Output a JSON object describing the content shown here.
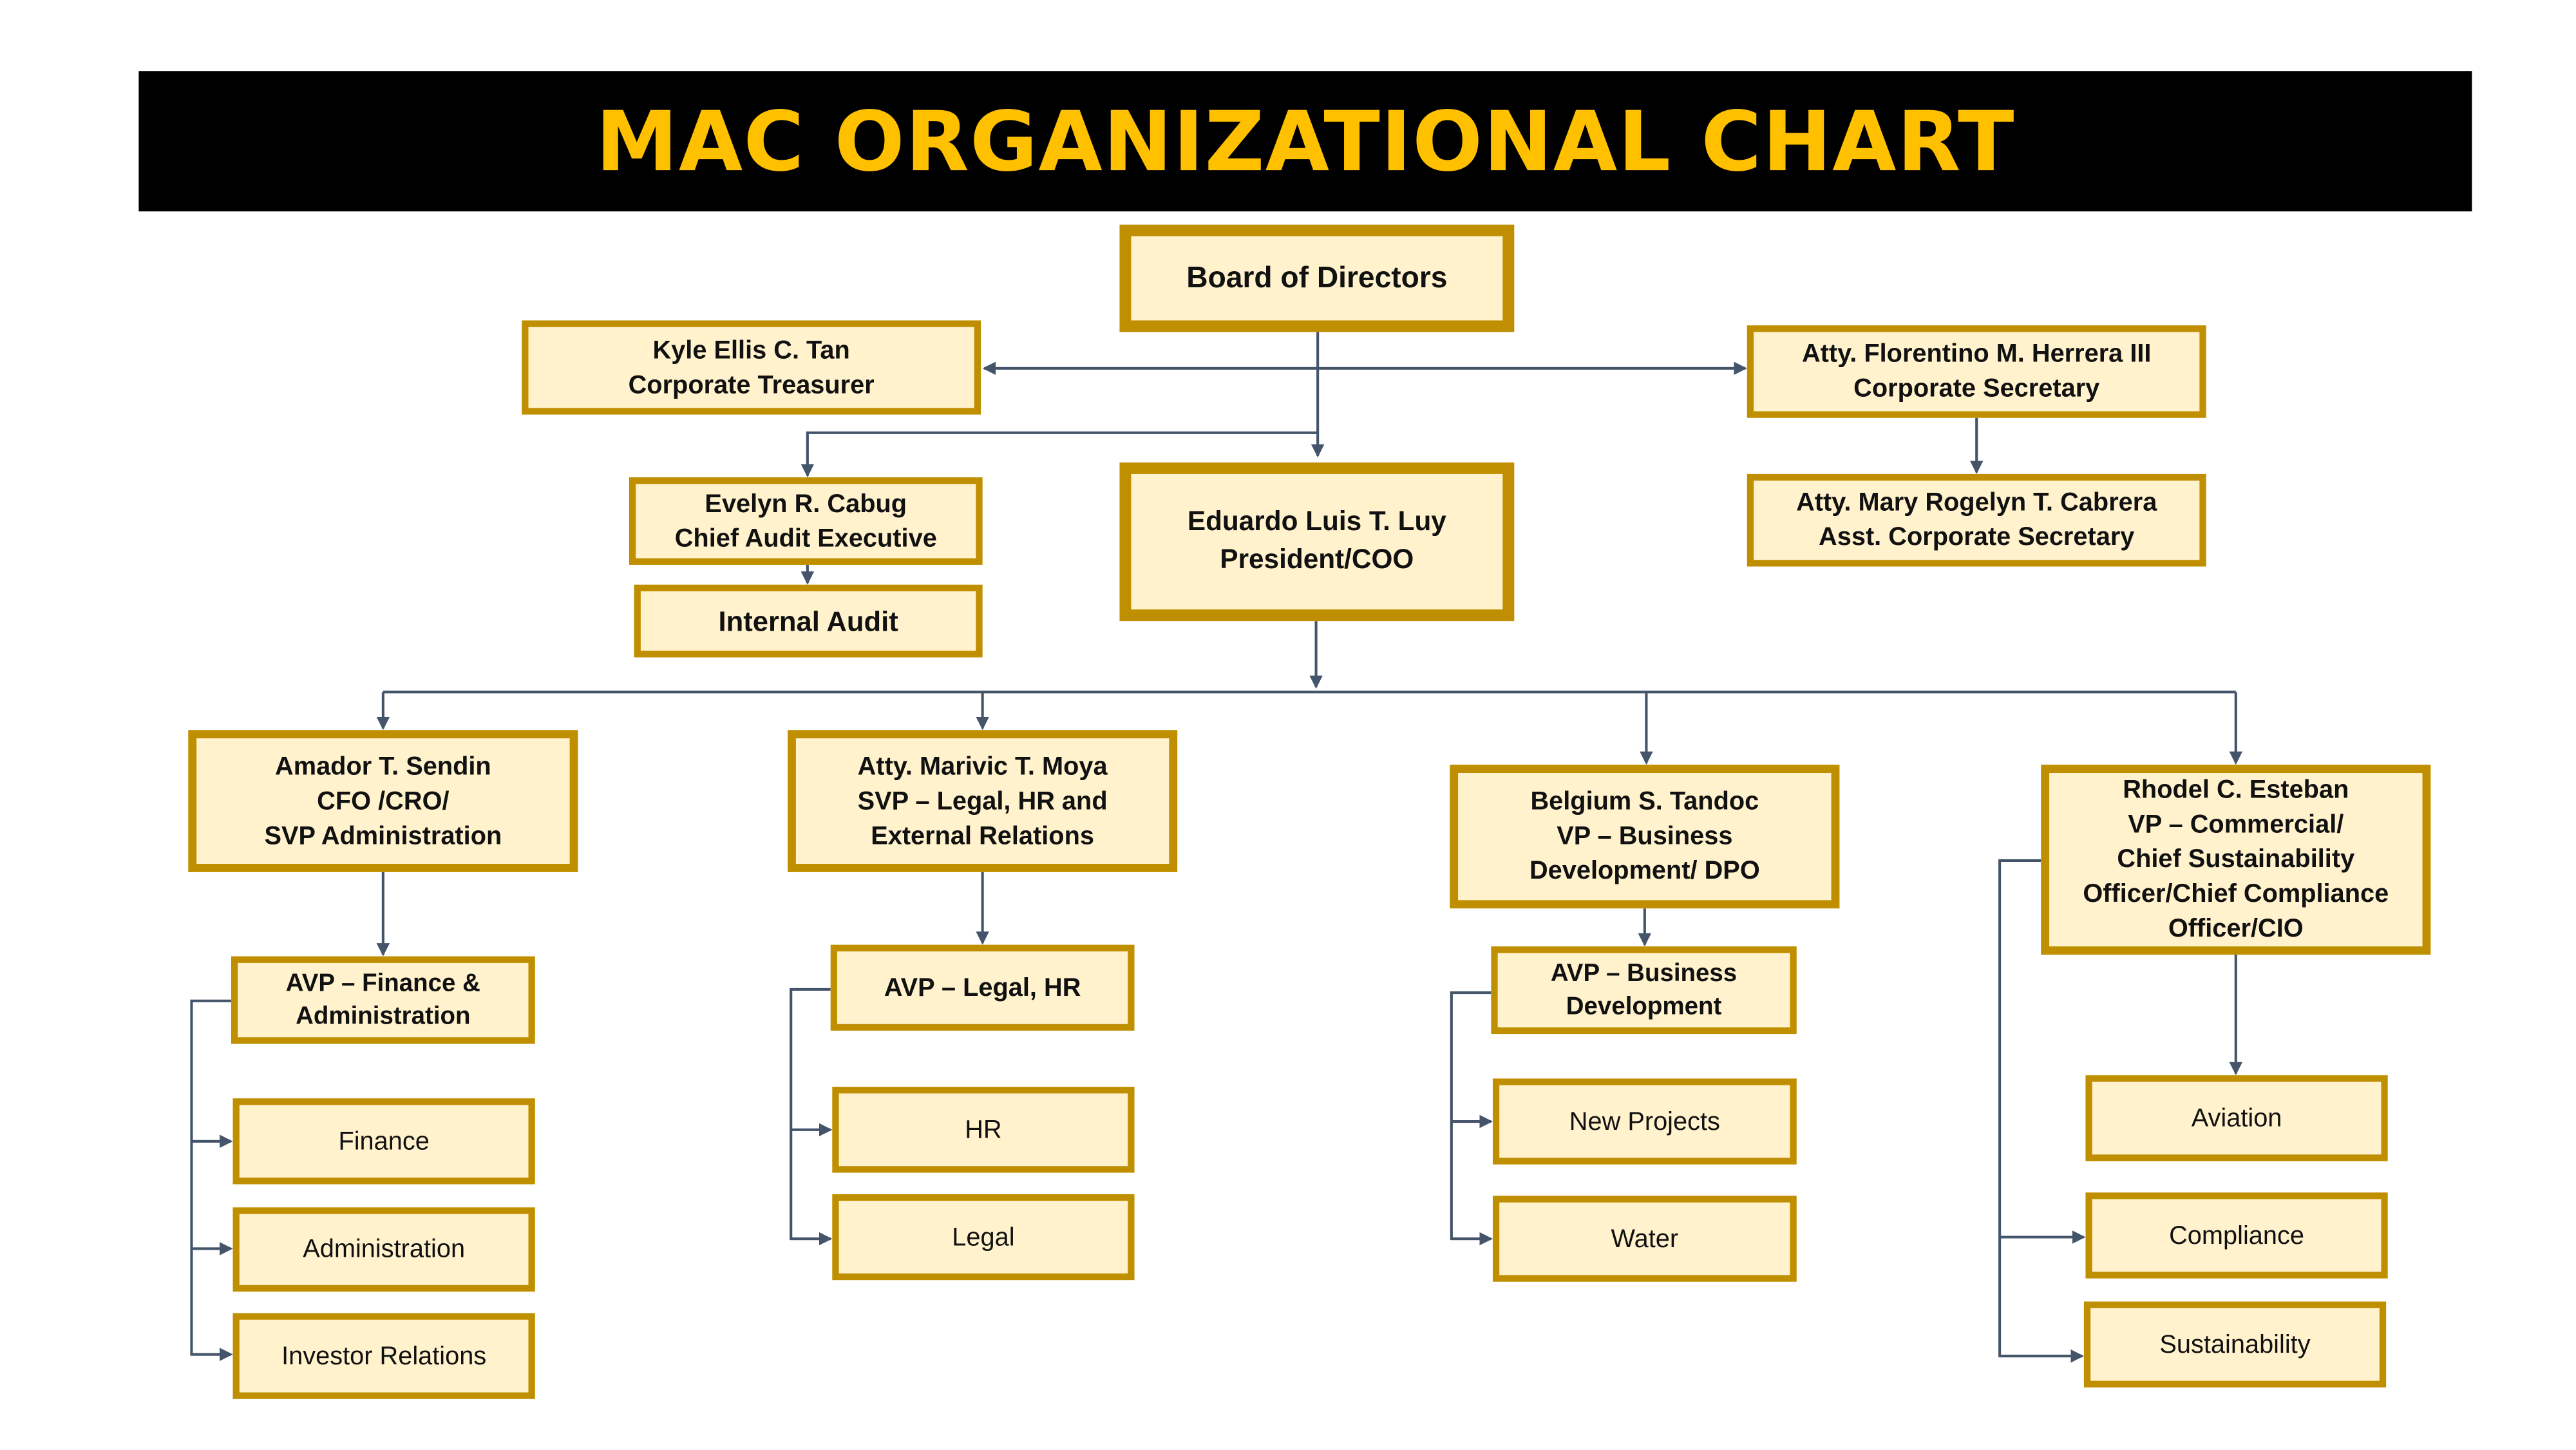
{
  "title": "MAC ORGANIZATIONAL CHART",
  "colors": {
    "title_bg": "#000000",
    "title_text": "#FFC000",
    "box_fill": "#FFF2CC",
    "box_border": "#BF8F00",
    "connector": "#44546A"
  },
  "nodes": {
    "board": "Board of Directors",
    "treasurer": "Kyle Ellis C. Tan\nCorporate Treasurer",
    "secretary": "Atty. Florentino M. Herrera III\nCorporate Secretary",
    "asst_secretary": "Atty. Mary Rogelyn T. Cabrera\nAsst. Corporate Secretary",
    "audit_exec": "Evelyn R. Cabug\nChief Audit Executive",
    "internal_audit": "Internal Audit",
    "president": "Eduardo Luis T. Luy\nPresident/COO",
    "cfo": "Amador T. Sendin\nCFO /CRO/\nSVP Administration",
    "svp_legal": "Atty. Marivic T. Moya\nSVP – Legal, HR and\nExternal Relations",
    "vp_bd": "Belgium S. Tandoc\nVP – Business\nDevelopment/ DPO",
    "vp_commercial": "Rhodel C. Esteban\nVP – Commercial/\nChief Sustainability\nOfficer/Chief Compliance\nOfficer/CIO",
    "avp_finance": "AVP – Finance &\nAdministration",
    "finance": "Finance",
    "administration": "Administration",
    "investor_relations": "Investor Relations",
    "avp_legal": "AVP – Legal, HR",
    "hr": "HR",
    "legal": "Legal",
    "avp_bd": "AVP – Business\nDevelopment",
    "new_projects": "New Projects",
    "water": "Water",
    "aviation": "Aviation",
    "compliance": "Compliance",
    "sustainability": "Sustainability"
  }
}
